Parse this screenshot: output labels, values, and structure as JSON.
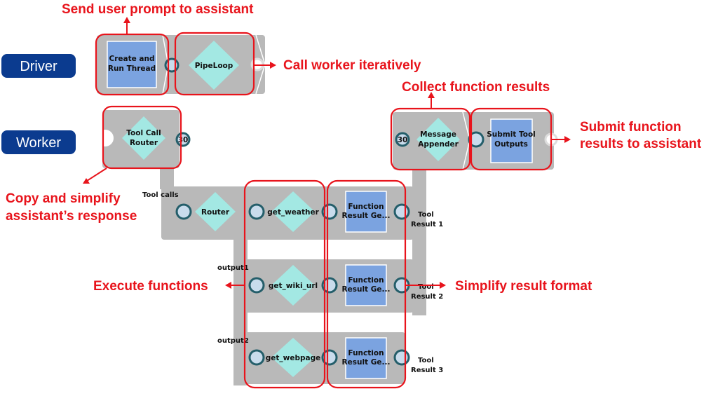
{
  "lanes": {
    "driver": "Driver",
    "worker": "Worker",
    "color": "#0b3b8f"
  },
  "snaps": {
    "create_run_thread": [
      "Create and",
      "Run Thread"
    ],
    "pipeloop": "PipeLoop",
    "tool_call_router": [
      "Tool Call",
      "Router"
    ],
    "router": "Router",
    "get_weather": "get_weather",
    "get_wiki_url": "get_wiki_url",
    "get_webpage": "get_webpage",
    "function_result_gen": [
      "Function",
      "Result Ge..."
    ],
    "message_appender": [
      "Message",
      "Appender"
    ],
    "submit_tool_outputs": [
      "Submit Tool",
      "Outputs"
    ]
  },
  "badges": {
    "pool_size": "30"
  },
  "port_labels": {
    "tool_calls": "Tool calls",
    "output1": "output1",
    "output2": "output2",
    "tool": "Tool",
    "result1": "Result 1",
    "result2": "Result 2",
    "result3": "Result 3"
  },
  "annotations": {
    "send_prompt": "Send user prompt to assistant",
    "call_worker": "Call worker iteratively",
    "collect_results": "Collect function results",
    "submit_results": [
      "Submit function",
      "results to assistant"
    ],
    "copy_simplify": [
      "Copy and simplify",
      "assistant’s response"
    ],
    "execute_functions": "Execute functions",
    "simplify_format": "Simplify result format"
  },
  "colors": {
    "annotation": "#e8141c",
    "snap_gray": "#b9b9b9",
    "script_snap": "#7ba3e0",
    "flow_snap": "#a3e8e3",
    "port": "#245e6a"
  }
}
